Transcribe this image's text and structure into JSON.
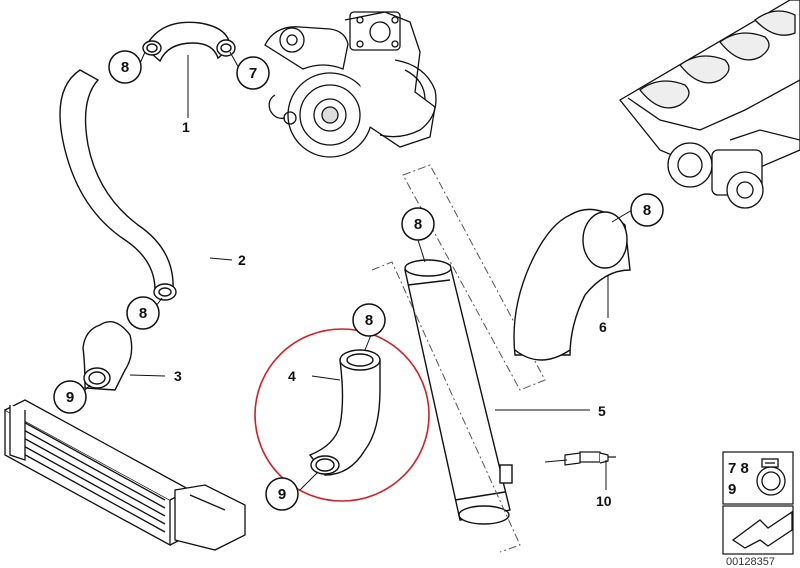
{
  "parts": {
    "p1": "1",
    "p2": "2",
    "p3": "3",
    "p4": "4",
    "p5": "5",
    "p6": "6",
    "p10": "10"
  },
  "callouts": {
    "c8a": "8",
    "c7": "7",
    "c8b": "8",
    "c8c": "8",
    "c8d": "8",
    "c8e": "8",
    "c9a": "9",
    "c9b": "9"
  },
  "legend": {
    "row1": "7 8",
    "row2": "9"
  },
  "doc_number": "00128357",
  "colors": {
    "highlight": "#d0202a",
    "line": "#111111"
  }
}
